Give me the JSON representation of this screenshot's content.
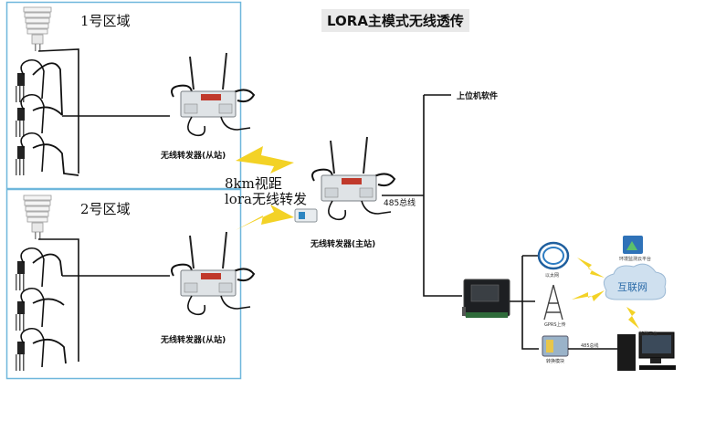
{
  "title": "LORA主模式无线透传",
  "zones": [
    {
      "label": "1号区域"
    },
    {
      "label": "2号区域"
    }
  ],
  "devices": {
    "slave1": "无线转发器(从站)",
    "slave2": "无线转发器(从站)",
    "master": "无线转发器(主站)"
  },
  "link_text": {
    "line1": "8km视距",
    "line2": "lora无线转发"
  },
  "bus_485": "485总线",
  "host_software": "上位机软件",
  "internet": "互联网",
  "small_labels": {
    "ethernet": "以太网",
    "gprs": "GPRS上传",
    "platform_top": "环境监测云平台",
    "platform_right": "监测平台",
    "bus_bottom": "485总线",
    "module_bottom": "转换模块"
  },
  "colors": {
    "zone_border": "#6fb7dc",
    "lightning": "#f3d226",
    "wire": "#000000",
    "device_body": "#dfe3e6",
    "cloud": "#cfe0ef",
    "cloud_text": "#2a6aa8"
  }
}
